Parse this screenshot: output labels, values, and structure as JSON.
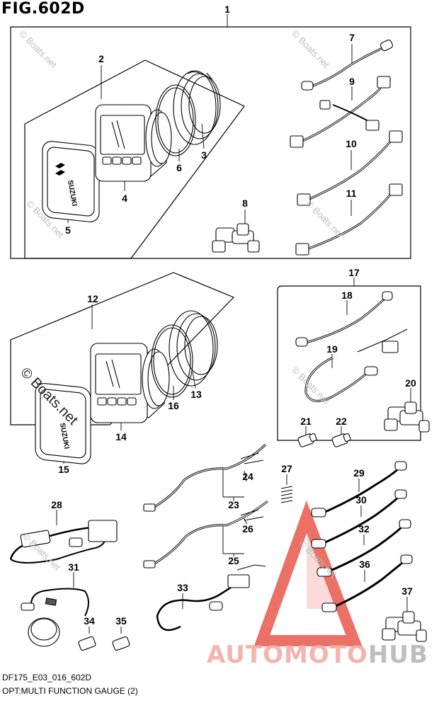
{
  "figure": {
    "title": "FIG.602D",
    "footer_code": "DF175_E03_016_602D",
    "footer_caption": "OPT:MULTI FUNCTION GAUGE (2)"
  },
  "watermark": {
    "text": "© Boats.net",
    "large_text": "© Boats.net"
  },
  "logo": {
    "part1": "AUTOMOTO",
    "part2": "HUB",
    "colors": {
      "part1": "#f2a8a0",
      "part2": "#b7b7b7",
      "triangle": "#e8584b"
    }
  },
  "gauge_brand": "SUZUKI",
  "callouts": [
    "1",
    "2",
    "3",
    "4",
    "5",
    "6",
    "7",
    "8",
    "9",
    "10",
    "11",
    "12",
    "13",
    "14",
    "15",
    "16",
    "17",
    "18",
    "19",
    "20",
    "21",
    "22",
    "23",
    "24",
    "25",
    "26",
    "27",
    "28",
    "29",
    "30",
    "31",
    "32",
    "33",
    "34",
    "35",
    "36",
    "37"
  ]
}
